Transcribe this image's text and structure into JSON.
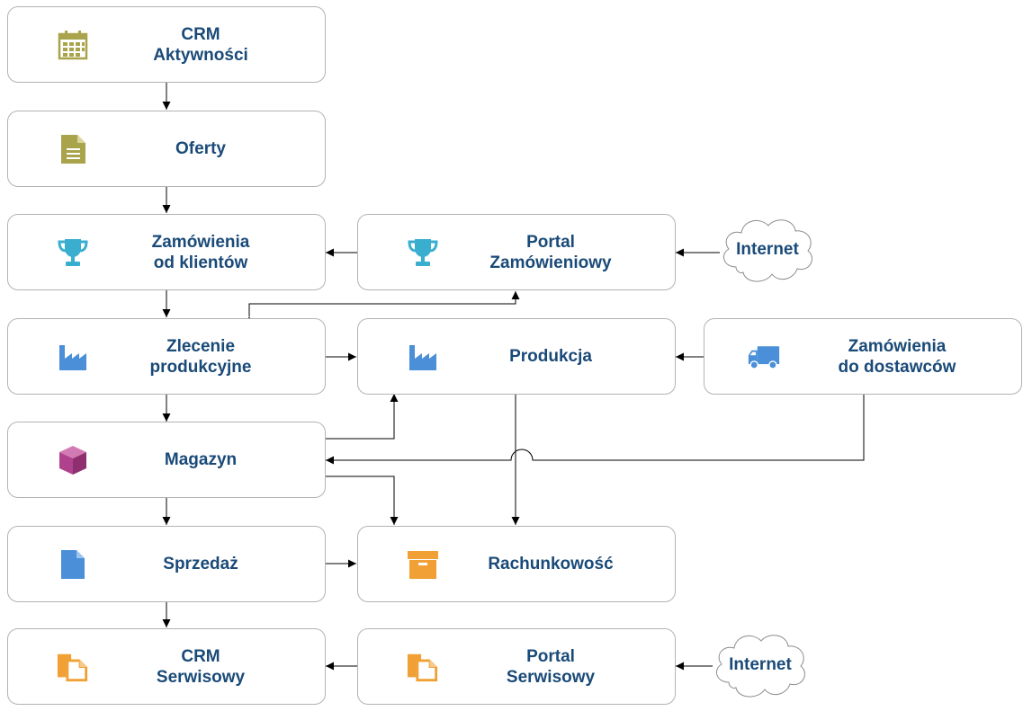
{
  "colors": {
    "text": "#1a4a78",
    "border": "#b3b3b3",
    "olive": "#a9a44c",
    "teal": "#3aaecf",
    "blue": "#4a8fd8",
    "magenta": "#b0418c",
    "orange": "#f0a035"
  },
  "nodes": {
    "crm_aktywnosci": {
      "label": "CRM\nAktywności",
      "icon": "calendar-icon"
    },
    "oferty": {
      "label": "Oferty",
      "icon": "document-icon"
    },
    "zamowienia_klientow": {
      "label": "Zamówienia\nod klientów",
      "icon": "trophy-icon"
    },
    "portal_zamowieniowy": {
      "label": "Portal\nZamówieniowy",
      "icon": "trophy-icon"
    },
    "zlecenie_produkcyjne": {
      "label": "Zlecenie\nprodukcyjne",
      "icon": "factory-icon"
    },
    "produkcja": {
      "label": "Produkcja",
      "icon": "factory-icon"
    },
    "zamowienia_dostawcow": {
      "label": "Zamówienia\ndo dostawców",
      "icon": "truck-icon"
    },
    "magazyn": {
      "label": "Magazyn",
      "icon": "cube-icon"
    },
    "sprzedaz": {
      "label": "Sprzedaż",
      "icon": "file-icon"
    },
    "rachunkowosc": {
      "label": "Rachunkowość",
      "icon": "archive-box-icon"
    },
    "crm_serwisowy": {
      "label": "CRM\nSerwisowy",
      "icon": "copy-documents-icon"
    },
    "portal_serwisowy": {
      "label": "Portal\nSerwisowy",
      "icon": "copy-documents-icon"
    }
  },
  "clouds": {
    "internet_top": {
      "label": "Internet",
      "icon": "cloud-icon"
    },
    "internet_bottom": {
      "label": "Internet",
      "icon": "cloud-icon"
    }
  }
}
